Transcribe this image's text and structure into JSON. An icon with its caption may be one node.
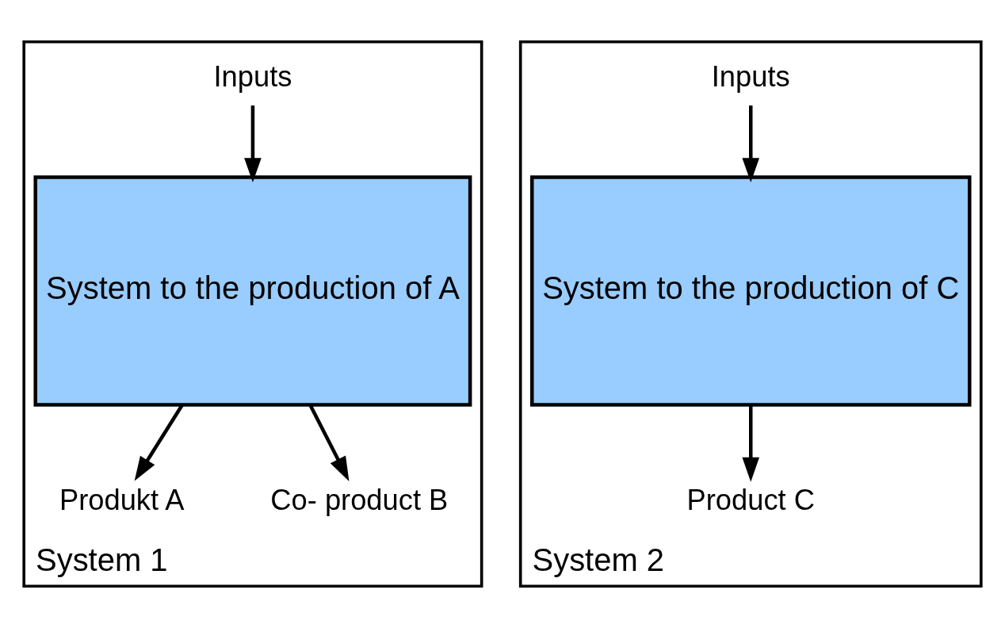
{
  "diagram": {
    "nodes": [
      {
        "text": [
          "System 1"
        ]
      },
      {
        "text": [
          "Inputs"
        ],
        "in": 0
      },
      {
        "text": [
          "System to the production of A"
        ],
        "in": 0
      },
      {
        "text": [
          "Produkt A"
        ],
        "in": 0
      },
      {
        "text": [
          "Co- product B"
        ],
        "in": 0
      },
      {
        "text": [
          "System 2"
        ]
      },
      {
        "text": [
          "Inputs"
        ],
        "in": 5
      },
      {
        "text": [
          "System to the production of C"
        ],
        "in": 5
      },
      {
        "text": [
          "Product C"
        ],
        "in": 5
      }
    ],
    "edges": [
      {
        "from": 1,
        "to": 2,
        "arrow": "to"
      },
      {
        "from": 2,
        "to": 3,
        "arrow": "to"
      },
      {
        "from": 2,
        "to": 4,
        "arrow": "to"
      },
      {
        "from": 6,
        "to": 7,
        "arrow": "to"
      },
      {
        "from": 7,
        "to": 8,
        "arrow": "to"
      }
    ]
  }
}
